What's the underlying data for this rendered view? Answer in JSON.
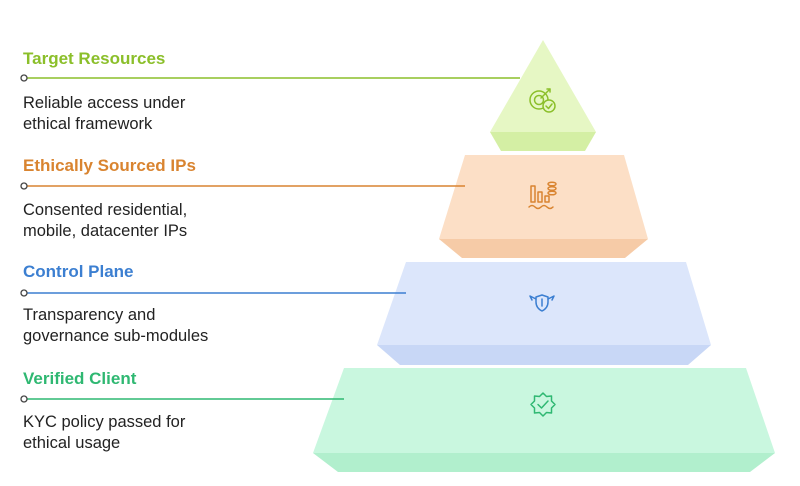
{
  "tiers": [
    {
      "title": "Target Resources",
      "desc_line1": "Reliable access under",
      "desc_line2": "ethical framework",
      "icon": "target-check-icon",
      "accent_color": "#8bbf2a",
      "face_color": "#e6f7c4",
      "underside_color": "#d4efa4"
    },
    {
      "title": "Ethically Sourced IPs",
      "desc_line1": "Consented residential,",
      "desc_line2": "mobile, datacenter IPs",
      "icon": "bar-chart-coins-icon",
      "accent_color": "#d98430",
      "face_color": "#fcdfc6",
      "underside_color": "#f6cba7"
    },
    {
      "title": "Control Plane",
      "desc_line1": "Transparency and",
      "desc_line2": "governance sub-modules",
      "icon": "shield-wings-icon",
      "accent_color": "#3c7fd1",
      "face_color": "#dce6fb",
      "underside_color": "#c8d7f6"
    },
    {
      "title": "Verified Client",
      "desc_line1": "KYC policy passed for",
      "desc_line2": "ethical usage",
      "icon": "verified-badge-icon",
      "accent_color": "#2fb872",
      "face_color": "#c9f7df",
      "underside_color": "#b1efcd"
    }
  ]
}
